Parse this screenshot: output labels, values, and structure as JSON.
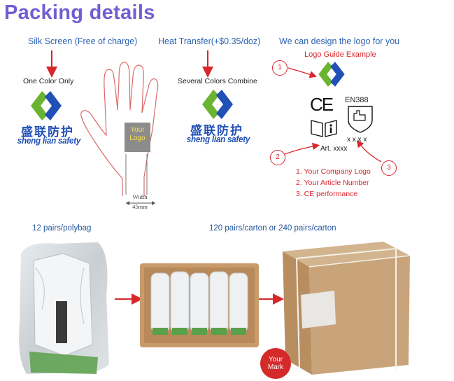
{
  "header": {
    "title": "Packing details"
  },
  "sections": {
    "silk_screen": "Silk Screen (Free of charge)",
    "heat_transfer": "Heat Transfer(+$0.35/doz)",
    "design_logo": "We can design the logo for you"
  },
  "silk": {
    "label": "One Color Only",
    "brand_cn": "盛联防护",
    "brand_en": "sheng lian safety"
  },
  "glove": {
    "logo_line1": "Your",
    "logo_line2": "Logo",
    "width_label": "Width",
    "width_value": "45mm"
  },
  "heat": {
    "label": "Several Colors Combine",
    "brand_cn": "盛联防护",
    "brand_en": "sheng lian safety"
  },
  "guide": {
    "title": "Logo Guide Example",
    "ce": "CE",
    "en": "EN388",
    "xxxx": "x x x x",
    "article": "Art. xxxx",
    "numbers": [
      "1",
      "2",
      "3"
    ],
    "notes": [
      "1. Your Company Logo",
      "2. Your Article Number",
      "3. CE performance"
    ]
  },
  "packing": {
    "polybag": "12 pairs/polybag",
    "carton": "120 pairs/carton or 240 pairs/carton",
    "mark_line1": "Your",
    "mark_line2": "Mark"
  },
  "colors": {
    "title": "#6f5fd3",
    "blue_text": "#2f63b4",
    "red": "#d8262b",
    "logo_green": "#6ab431",
    "logo_blue": "#2150b6"
  }
}
